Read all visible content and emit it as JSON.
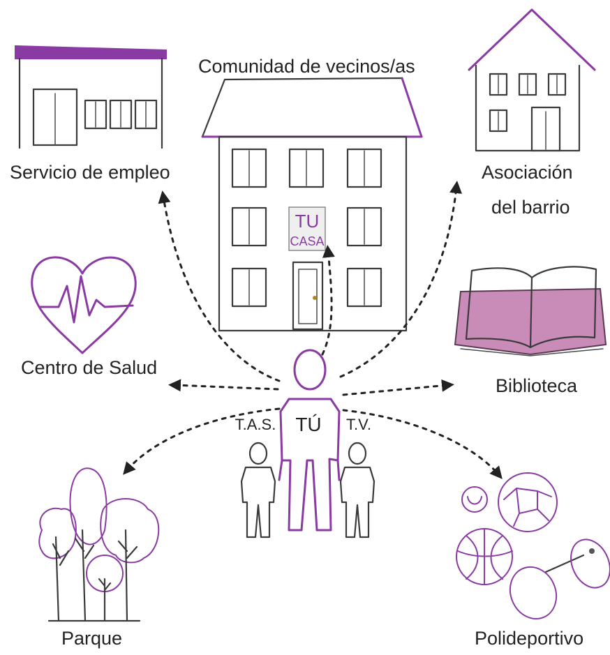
{
  "labels": {
    "comunidad": "Comunidad de vecinos/as",
    "servicio_empleo": "Servicio de empleo",
    "asociacion_line1": "Asociación",
    "asociacion_line2": "del barrio",
    "centro_salud": "Centro de Salud",
    "biblioteca": "Biblioteca",
    "parque": "Parque",
    "polideportivo": "Polideportivo",
    "tu_casa_line1": "TU",
    "tu_casa_line2": "CASA",
    "tu": "TÚ",
    "tas": "T.A.S.",
    "tv": "T.V."
  },
  "colors": {
    "accent": "#8a3aa3",
    "ink": "#222222",
    "book_cover": "#c98bb8"
  }
}
